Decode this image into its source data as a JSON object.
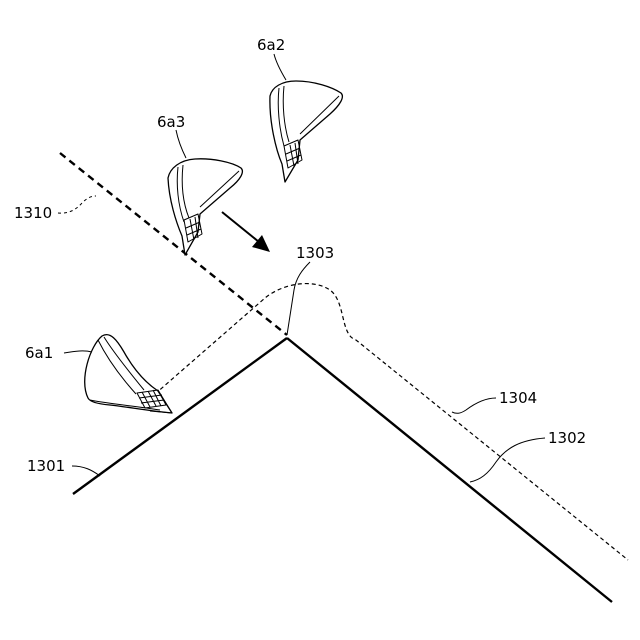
{
  "labels": {
    "ref_1310": "1310",
    "ref_1301": "1301",
    "ref_1302": "1302",
    "ref_1303": "1303",
    "ref_1304": "1304",
    "ref_6a1": "6a1",
    "ref_6a2": "6a2",
    "ref_6a3": "6a3"
  },
  "line_color": "#000000",
  "background_color": "#ffffff"
}
